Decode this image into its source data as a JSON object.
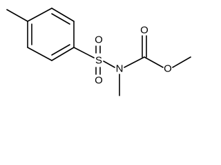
{
  "molecule": {
    "atoms": {
      "s1": {
        "label": "S"
      },
      "o_s_top": {
        "label": "O"
      },
      "o_s_bottom": {
        "label": "O"
      },
      "n1": {
        "label": "N"
      },
      "o_carbonyl": {
        "label": "O"
      },
      "o_ester": {
        "label": "O"
      }
    }
  }
}
